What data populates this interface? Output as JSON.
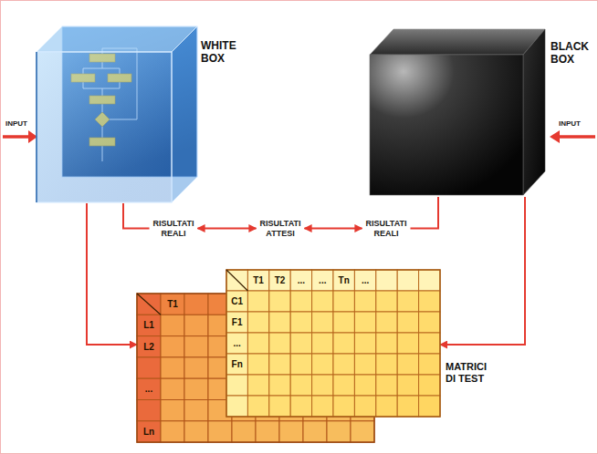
{
  "diagram": {
    "nodes": [
      {
        "text": [
          "WHITE BOX"
        ]
      },
      {
        "text": [
          "BLACK BOX"
        ]
      },
      {
        "text": [
          "RISULTATI REALI"
        ]
      },
      {
        "text": [
          "RISULTATI ATTESI"
        ]
      },
      {
        "text": [
          "RISULTATI REALI"
        ]
      },
      {
        "text": [
          "T1",
          "L1",
          "L2",
          "...",
          "Ln"
        ]
      },
      {
        "text": [
          "T1",
          "T2",
          "...",
          "...",
          "Tn",
          "...",
          "C1",
          "F1",
          "...",
          "Fn",
          "MATRICI DI TEST"
        ]
      }
    ],
    "edges": [
      {
        "from": 0,
        "to": 2,
        "arrow": "none"
      },
      {
        "from": 2,
        "to": 3,
        "arrow": "both"
      },
      {
        "from": 3,
        "to": 4,
        "arrow": "both"
      },
      {
        "from": 1,
        "to": 4,
        "arrow": "none"
      },
      {
        "from": 0,
        "to": 5,
        "arrow": "to"
      },
      {
        "from": 1,
        "to": 6,
        "arrow": "to"
      }
    ],
    "labels": [
      "INPUT",
      "INPUT"
    ]
  }
}
